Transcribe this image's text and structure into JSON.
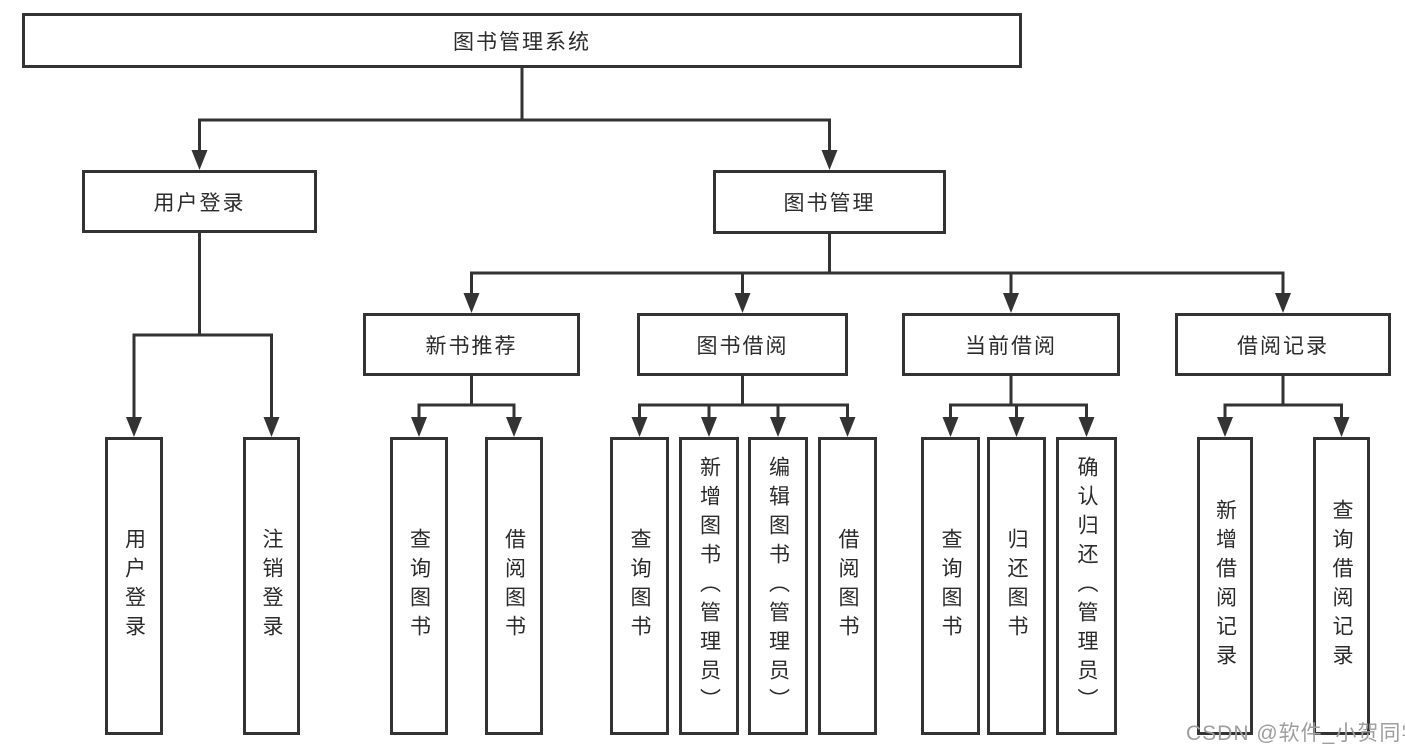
{
  "diagram": {
    "type": "hierarchy-tree",
    "colors": {
      "line": "#333333",
      "box_border": "#333333",
      "text": "#2b2b2b",
      "background": "#ffffff",
      "watermark": "#9e9e9e"
    },
    "tree": {
      "label": "图书管理系统",
      "children": [
        {
          "label": "用户登录",
          "children": [
            {
              "label": "用户登录"
            },
            {
              "label": "注销登录"
            }
          ]
        },
        {
          "label": "图书管理",
          "children": [
            {
              "label": "新书推荐",
              "children": [
                {
                  "label": "查询图书"
                },
                {
                  "label": "借阅图书"
                }
              ]
            },
            {
              "label": "图书借阅",
              "children": [
                {
                  "label": "查询图书"
                },
                {
                  "label": "新增图书（管理员）"
                },
                {
                  "label": "编辑图书（管理员）"
                },
                {
                  "label": "借阅图书"
                }
              ]
            },
            {
              "label": "当前借阅",
              "children": [
                {
                  "label": "查询图书"
                },
                {
                  "label": "归还图书"
                },
                {
                  "label": "确认归还（管理员）"
                }
              ]
            },
            {
              "label": "借阅记录",
              "children": [
                {
                  "label": "新增借阅记录"
                },
                {
                  "label": "查询借阅记录"
                }
              ]
            }
          ]
        }
      ]
    },
    "watermark": {
      "text": "CSDN @软件_小贺同学"
    }
  }
}
